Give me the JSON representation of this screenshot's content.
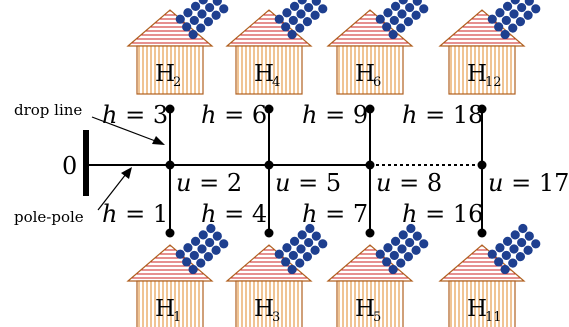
{
  "source_label": "0",
  "annotations": {
    "drop_line": "drop line",
    "pole_pole": "pole-pole"
  },
  "label_equals": "=",
  "symbols": {
    "user": "h",
    "node": "u",
    "house": "H"
  },
  "nodes": [
    {
      "u": "2",
      "top": {
        "h": "3",
        "house": "2"
      },
      "bottom": {
        "h": "1",
        "house": "1"
      }
    },
    {
      "u": "5",
      "top": {
        "h": "6",
        "house": "4"
      },
      "bottom": {
        "h": "4",
        "house": "3"
      }
    },
    {
      "u": "8",
      "top": {
        "h": "9",
        "house": "6"
      },
      "bottom": {
        "h": "7",
        "house": "5"
      }
    },
    {
      "u": "17",
      "top": {
        "h": "18",
        "house": "12"
      },
      "bottom": {
        "h": "16",
        "house": "11"
      }
    }
  ],
  "colors": {
    "roof_stripe": "#cc2222",
    "wall_stripe": "#e08a2a",
    "house_outline": "#b06020",
    "solar_panel": "#1e3f8f",
    "line": "#000000"
  }
}
